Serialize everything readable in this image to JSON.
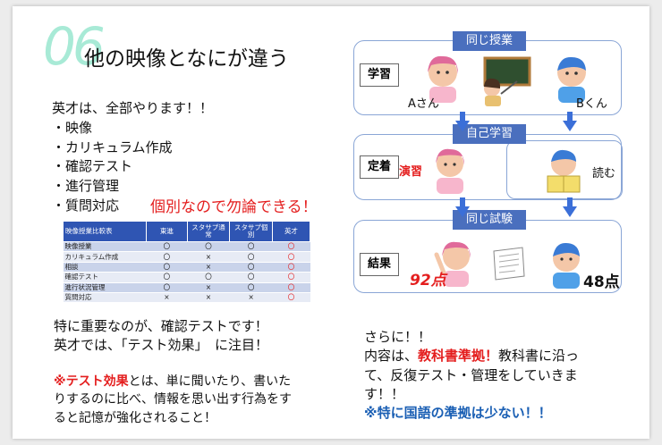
{
  "slide": {
    "number": "06",
    "title": "他の映像となにが違う",
    "intro": "英才は、全部やります！！",
    "bullets": [
      "・映像",
      "・カリキュラム作成",
      "・確認テスト",
      "・進行管理",
      "・質問対応"
    ],
    "individual_note": "個別なので勿論できる！",
    "table": {
      "headers": [
        "映像授業比較表",
        "東進",
        "スタサプ通常",
        "スタサプ個別",
        "英才"
      ],
      "rows": [
        [
          "映像授業",
          "〇",
          "〇",
          "〇",
          "〇"
        ],
        [
          "カリキュラム作成",
          "〇",
          "×",
          "〇",
          "〇"
        ],
        [
          "相談",
          "〇",
          "×",
          "〇",
          "〇"
        ],
        [
          "確認テスト",
          "〇",
          "〇",
          "〇",
          "〇"
        ],
        [
          "進行状況管理",
          "〇",
          "×",
          "〇",
          "〇"
        ],
        [
          "質問対応",
          "×",
          "×",
          "×",
          "〇"
        ]
      ]
    },
    "important_line1": "特に重要なのが、確認テストです！",
    "important_line2": "英才では、「テスト効果」　に注目！",
    "test_effect_term": "※テスト効果",
    "test_effect_line1_rest": "とは、単に聞いたり、書いた",
    "test_effect_line2": "りするのに比べ、情報を思い出す行為をす",
    "test_effect_line3": "ると記憶が強化されること！",
    "diagram": {
      "same_class": "同じ授業",
      "self_study": "自己学習",
      "same_test": "同じ試験",
      "row_study": "学習",
      "row_fix": "定着",
      "row_result": "結果",
      "student_a": "Aさん",
      "student_b": "Bくん",
      "practice": "演習",
      "read": "読む",
      "score_a": "92点",
      "score_b": "48点"
    },
    "furthermore": "さらに！！",
    "content_prefix": "内容は、",
    "content_key": "教科書準拠！",
    "content_rest1": "教科書に沿っ",
    "content_line2": "て、反復テスト・管理をしていきま",
    "content_line3": "す！！",
    "kokugo_note": "※特に国語の準拠は少ない！！"
  }
}
